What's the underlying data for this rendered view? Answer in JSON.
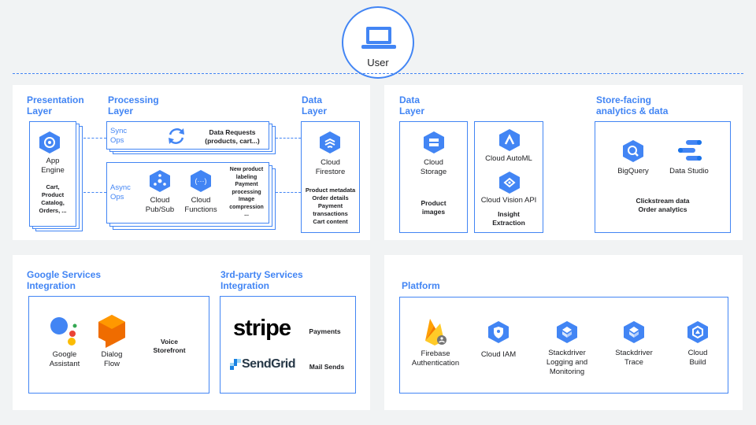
{
  "user": {
    "label": "User"
  },
  "presentation": {
    "title": "Presentation\nLayer",
    "app_engine": "App\nEngine",
    "app_engine_desc": "Cart,\nProduct\nCatalog,\nOrders, ..."
  },
  "processing": {
    "title": "Processing\nLayer",
    "sync_label": "Sync\nOps",
    "sync_desc": "Data Requests\n(products, cart...)",
    "async_label": "Async\nOps",
    "pubsub": "Cloud\nPub/Sub",
    "functions": "Cloud\nFunctions",
    "async_desc": "New product\nlabeling\nPayment\nprocessing\nImage\ncompression\n..."
  },
  "data_left": {
    "title": "Data\nLayer",
    "firestore": "Cloud\nFirestore",
    "firestore_desc": "Product metadata\nOrder details\nPayment\ntransactions\nCart content"
  },
  "data_right": {
    "title": "Data\nLayer",
    "storage": "Cloud\nStorage",
    "storage_desc": "Product\nimages",
    "automl": "Cloud AutoML",
    "vision": "Cloud Vision API",
    "insight": "Insight\nExtraction"
  },
  "analytics": {
    "title": "Store-facing\nanalytics & data",
    "bigquery": "BigQuery",
    "datastudio": "Data Studio",
    "desc": "Clickstream data\nOrder analytics"
  },
  "google": {
    "title": "Google Services\nIntegration",
    "assistant": "Google\nAssistant",
    "dialogflow": "Dialog\nFlow",
    "desc": "Voice\nStorefront"
  },
  "third_party": {
    "title": "3rd-party Services\nIntegration",
    "stripe_logo": "stripe",
    "sendgrid_logo": "SendGrid",
    "payments": "Payments",
    "mail": "Mail Sends"
  },
  "platform": {
    "title": "Platform",
    "firebase": "Firebase\nAuthentication",
    "iam": "Cloud IAM",
    "logging": "Stackdriver\nLogging and\nMonitoring",
    "trace": "Stackdriver\nTrace",
    "build": "Cloud\nBuild"
  },
  "colors": {
    "accent": "#4285f4",
    "background": "#f1f3f4",
    "firebase": "#ffa000",
    "dialogflow": "#ef6c00"
  }
}
